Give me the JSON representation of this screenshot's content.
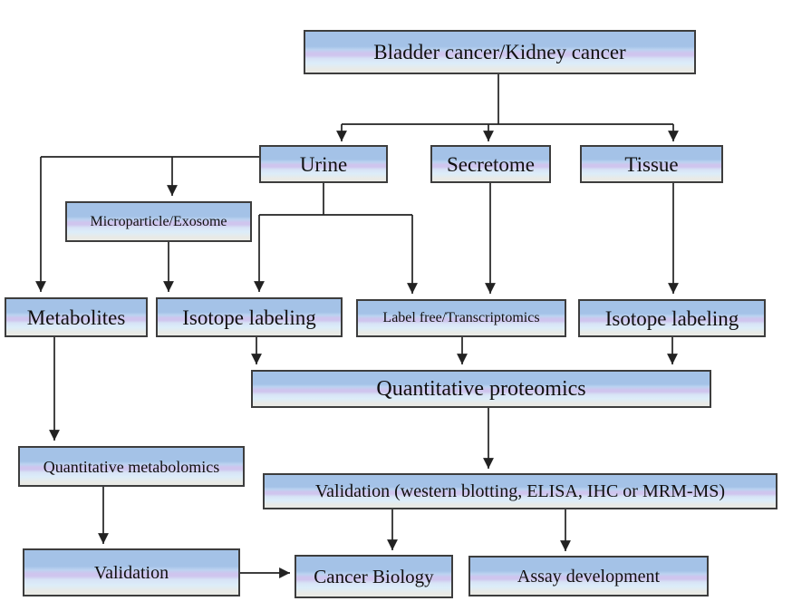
{
  "diagram": {
    "nodes": {
      "bladder_kidney": {
        "label": "Bladder cancer/Kidney cancer"
      },
      "urine": {
        "label": "Urine"
      },
      "secretome": {
        "label": "Secretome"
      },
      "tissue": {
        "label": "Tissue"
      },
      "microparticle_exosome": {
        "label": "Microparticle/Exosome"
      },
      "metabolites": {
        "label": "Metabolites"
      },
      "isotope_labeling_urine": {
        "label": "Isotope labeling"
      },
      "label_free_transcriptomics": {
        "label": "Label free/Transcriptomics"
      },
      "isotope_labeling_tissue": {
        "label": "Isotope labeling"
      },
      "quantitative_proteomics": {
        "label": "Quantitative proteomics"
      },
      "quantitative_metabolomics": {
        "label": "Quantitative metabolomics"
      },
      "validation_methods": {
        "label": "Validation (western blotting, ELISA, IHC or MRM-MS)"
      },
      "validation": {
        "label": "Validation"
      },
      "cancer_biology": {
        "label": "Cancer Biology"
      },
      "assay_development": {
        "label": "Assay development"
      }
    },
    "edges": [
      {
        "from": "bladder_kidney",
        "to": "urine"
      },
      {
        "from": "bladder_kidney",
        "to": "secretome"
      },
      {
        "from": "bladder_kidney",
        "to": "tissue"
      },
      {
        "from": "urine",
        "to": "metabolites"
      },
      {
        "from": "urine",
        "to": "microparticle_exosome"
      },
      {
        "from": "urine",
        "to": "isotope_labeling_urine"
      },
      {
        "from": "urine",
        "to": "label_free_transcriptomics"
      },
      {
        "from": "microparticle_exosome",
        "to": "isotope_labeling_urine"
      },
      {
        "from": "secretome",
        "to": "label_free_transcriptomics"
      },
      {
        "from": "tissue",
        "to": "isotope_labeling_tissue"
      },
      {
        "from": "isotope_labeling_urine",
        "to": "quantitative_proteomics"
      },
      {
        "from": "label_free_transcriptomics",
        "to": "quantitative_proteomics"
      },
      {
        "from": "isotope_labeling_tissue",
        "to": "quantitative_proteomics"
      },
      {
        "from": "metabolites",
        "to": "quantitative_metabolomics"
      },
      {
        "from": "quantitative_metabolomics",
        "to": "validation"
      },
      {
        "from": "quantitative_proteomics",
        "to": "validation_methods"
      },
      {
        "from": "validation_methods",
        "to": "cancer_biology"
      },
      {
        "from": "validation_methods",
        "to": "assay_development"
      },
      {
        "from": "validation",
        "to": "cancer_biology"
      }
    ],
    "colors": {
      "node_fill_top": "#a4c2e7",
      "node_fill_lavender": "#cfc5ee",
      "node_fill_pale_blue": "#dcedf9",
      "node_fill_bottom": "#e9eae6",
      "node_border": "#3d3d3d",
      "connector_line": "#222222",
      "background": "#ffffff"
    }
  }
}
